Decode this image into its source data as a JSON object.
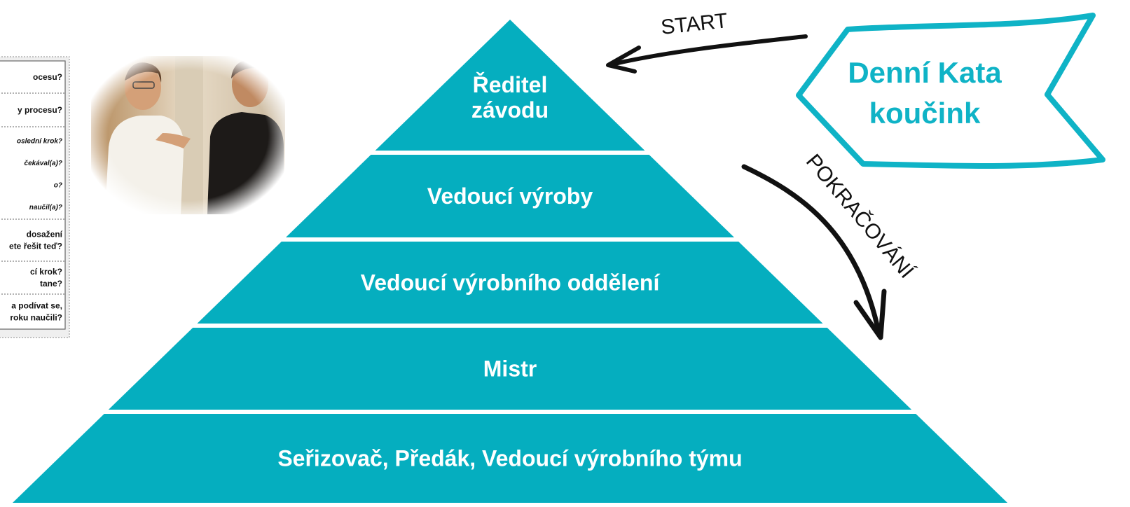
{
  "pyramid": {
    "color": "#05aebf",
    "tiers": [
      {
        "lines": [
          "Ředitel",
          "závodu"
        ]
      },
      {
        "lines": [
          "Vedoucí výroby"
        ]
      },
      {
        "lines": [
          "Vedoucí výrobního oddělení"
        ]
      },
      {
        "lines": [
          "Mistr"
        ]
      },
      {
        "lines": [
          "Seřizovač, Předák, Vedoucí výrobního týmu"
        ]
      }
    ]
  },
  "banner": {
    "line1": "Denní Kata",
    "line2": "koučink",
    "color": "#0fb3c6"
  },
  "arrows": {
    "start_label": "START",
    "continue_label": "POKRAČOVÁNÍ"
  },
  "card": {
    "rows": [
      {
        "lines": [
          "ocesu?"
        ]
      },
      {
        "lines": [
          "y procesu?"
        ]
      },
      {
        "lines": [
          "oslední krok?",
          "čekával(a)?",
          "o?",
          "naučil(a)?"
        ],
        "style": "small"
      },
      {
        "lines": [
          "dosažení",
          "ete řešit teď?"
        ]
      },
      {
        "lines": [
          "cí krok?",
          "tane?"
        ]
      },
      {
        "lines": [
          "a podívat se,",
          "roku naučili?"
        ]
      }
    ]
  },
  "photo": {
    "icon": "coaching-conversation-photo"
  }
}
